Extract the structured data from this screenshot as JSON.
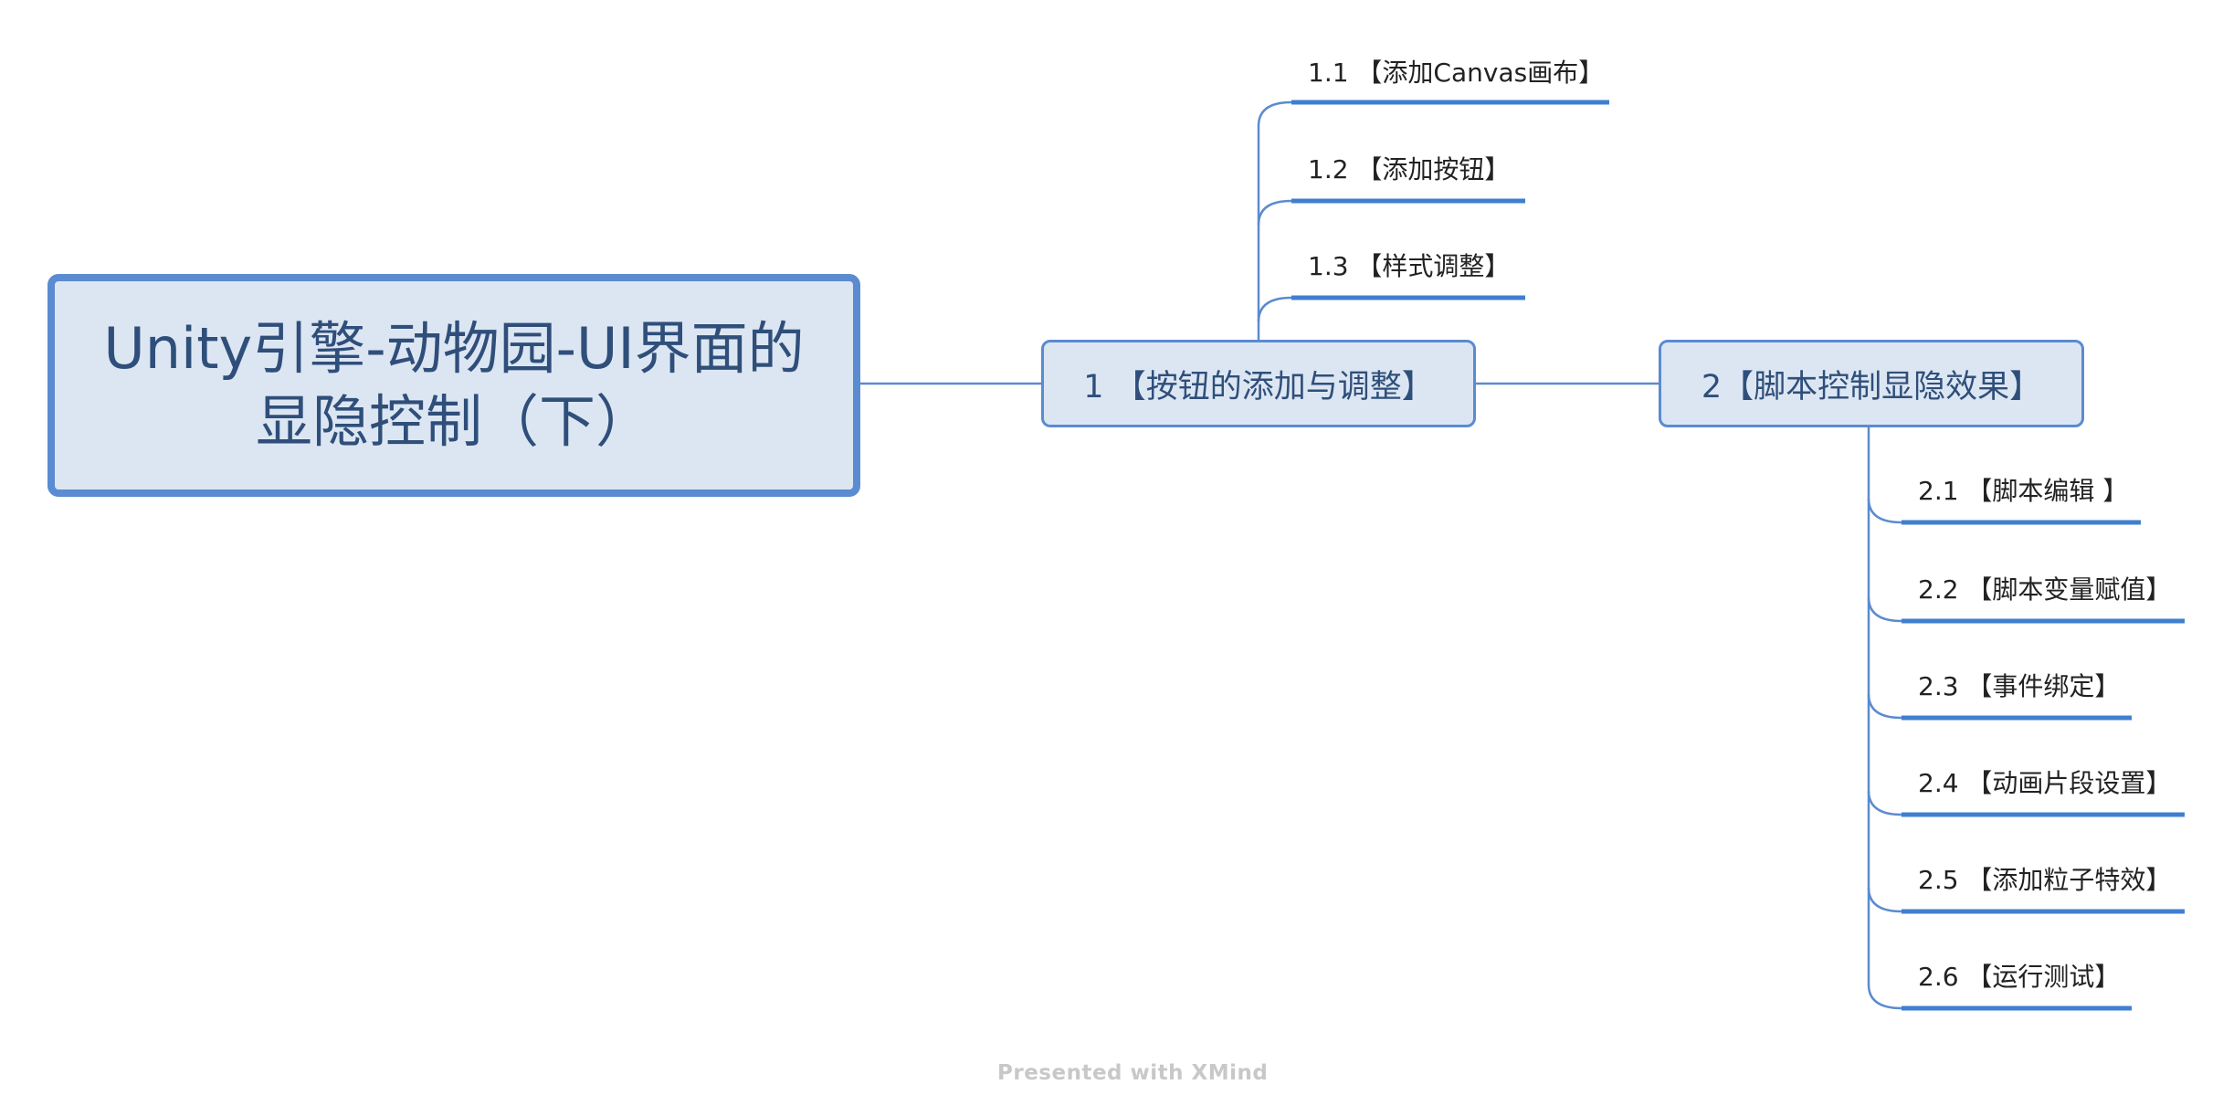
{
  "root": {
    "title": "Unity引擎-动物园-UI界面的 显隐控制（下）"
  },
  "branches": [
    {
      "label": "1 【按钮的添加与调整】",
      "children": [
        "1.1 【添加Canvas画布】",
        "1.2 【添加按钮】",
        "1.3 【样式调整】"
      ]
    },
    {
      "label": "2【脚本控制显隐效果】",
      "children": [
        "2.1 【脚本编辑 】",
        "2.2 【脚本变量赋值】",
        "2.3 【事件绑定】",
        "2.4 【动画片段设置】",
        "2.5 【添加粒子特效】",
        "2.6 【运行测试】"
      ]
    }
  ],
  "watermark": "Presented with XMind",
  "colors": {
    "line": "#5b8bd0",
    "node_fill": "#dce6f3",
    "text": "#2f4f7a"
  }
}
